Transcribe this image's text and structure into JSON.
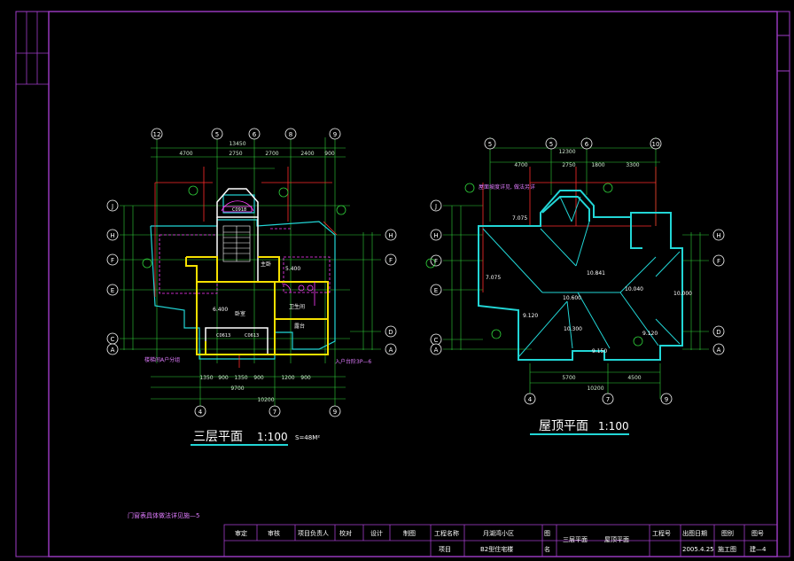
{
  "colors": {
    "frame": "#a03cc8",
    "green": "#2fd03a",
    "cyan": "#22d6d6",
    "yellow": "#f5e000",
    "red": "#ff2b2b",
    "white": "#ffffff",
    "magenta": "#ff3cff"
  },
  "plan_left": {
    "title": "三层平面",
    "scale": "1:100",
    "area_note": "S=48M²",
    "axes_top": [
      "12",
      "5",
      "6",
      "8",
      "9"
    ],
    "axes_bottom": [
      "4",
      "7",
      "9"
    ],
    "axes_left": [
      "J",
      "H",
      "F",
      "E",
      "C",
      "A"
    ],
    "axes_right": [
      "H",
      "F",
      "D",
      "A"
    ],
    "top_dims": [
      "13450",
      "4700",
      "2750",
      "2700",
      "2400",
      "900"
    ],
    "bottom_dims": [
      "1350",
      "900",
      "1350",
      "900",
      "1200",
      "900",
      "9700",
      "10200"
    ],
    "room_labels": [
      "卧室",
      "主卧",
      "卫生间",
      "露台"
    ],
    "elevations": [
      "6.400",
      "5.400"
    ],
    "window_marks": [
      "C0918",
      "C0613",
      "C0613"
    ],
    "notes": [
      "楼梯间A户分组",
      "入户台阶3P—6"
    ]
  },
  "plan_right": {
    "title": "屋顶平面",
    "scale": "1:100",
    "axes_top": [
      "5",
      "6",
      "10"
    ],
    "axes_bottom": [
      "4",
      "7",
      "9"
    ],
    "axes_left": [
      "J",
      "H",
      "F",
      "E",
      "C",
      "A"
    ],
    "axes_right": [
      "H",
      "F",
      "D",
      "A"
    ],
    "top_dims": [
      "12300",
      "4700",
      "2750",
      "1800",
      "3300"
    ],
    "bottom_dims": [
      "5700",
      "4500",
      "10200"
    ],
    "elevations": [
      "7.075",
      "7.075",
      "10.841",
      "10.600",
      "10.040",
      "10.300",
      "9.120",
      "9.120",
      "9.150",
      "10.000"
    ],
    "notes": [
      "屋面坡度详见, 做法另详"
    ]
  },
  "bottom_note": "门窗表具体做法详见施—5",
  "title_block": {
    "row1": [
      "审定",
      "审核",
      "项目负责人",
      "校对",
      "设计",
      "制图",
      "工程名称",
      "月湖湾小区",
      "图",
      "三层平面",
      "屋顶平面",
      "工程号",
      "出图日期",
      "图别",
      "图号"
    ],
    "row2": [
      "项目",
      "B2型住宅楼",
      "名",
      "2005.4.25",
      "施工图",
      "建—4"
    ]
  }
}
